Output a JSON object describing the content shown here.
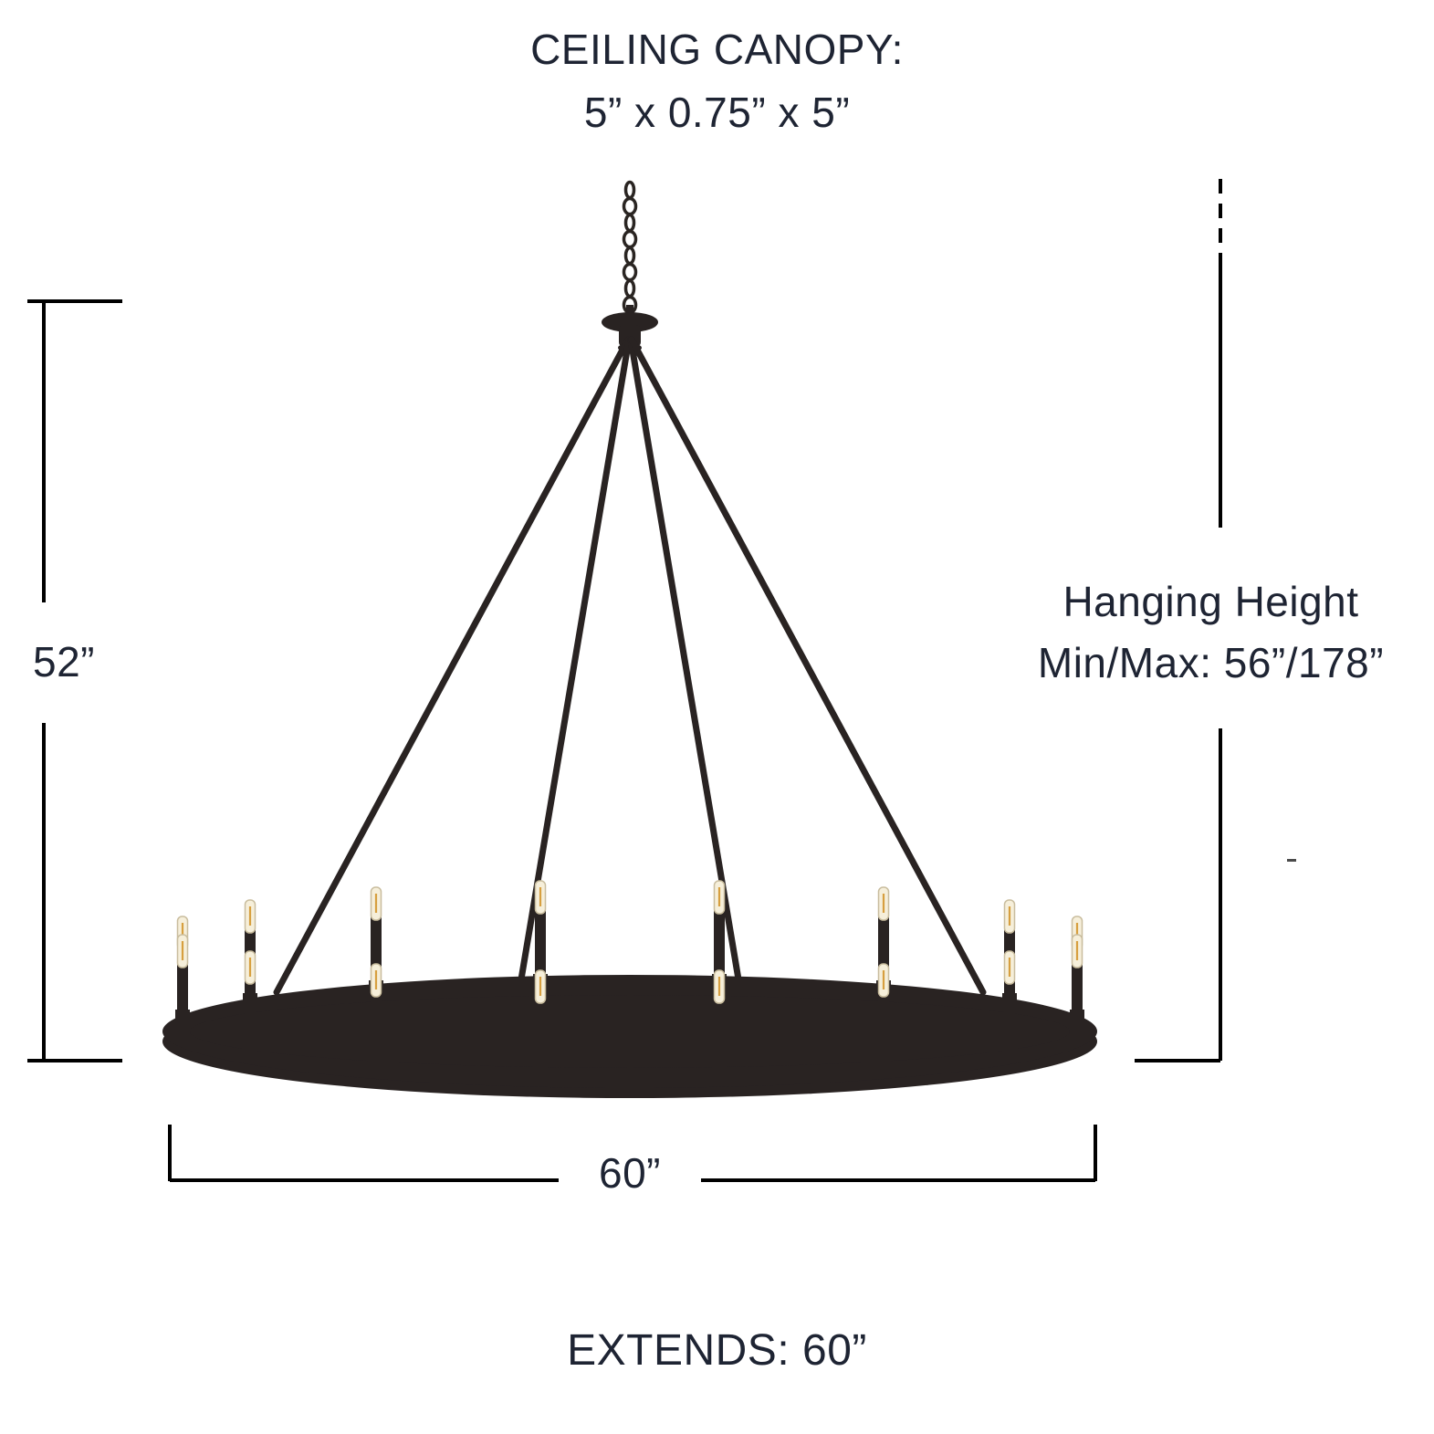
{
  "header": {
    "line1": "CEILING CANOPY:",
    "line2": "5” x 0.75” x 5”"
  },
  "dimensions": {
    "height_label": "52”",
    "hanging_line1": "Hanging Height",
    "hanging_line2": "Min/Max: 56”/178”",
    "width_label": "60”",
    "extends_label": "EXTENDS: 60”"
  },
  "fixture": {
    "light_count": 16
  },
  "colors": {
    "text": "#1e2433",
    "dimension_line": "#000000",
    "fixture": "#292322",
    "bulb": "#f6efda",
    "filament": "#d79f3f"
  }
}
